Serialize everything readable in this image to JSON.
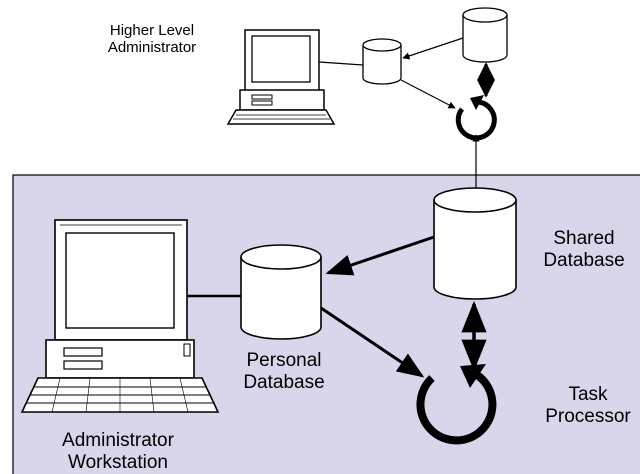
{
  "colors": {
    "panel_fill": "#d9d5ea",
    "panel_stroke": "#000000",
    "line": "#000000",
    "device_fill": "#ffffff"
  },
  "labels": {
    "higher_level_admin": [
      "Higher Level",
      "Administrator"
    ],
    "shared_db": [
      "Shared",
      "Database"
    ],
    "personal_db": [
      "Personal",
      "Database"
    ],
    "task_processor": [
      "Task",
      "Processor"
    ],
    "admin_workstation": [
      "Administrator",
      "Workstation"
    ]
  },
  "icons": {
    "workstation": "computer-workstation-icon",
    "database": "database-cylinder-icon",
    "processor": "circular-arrow-processor-icon"
  }
}
